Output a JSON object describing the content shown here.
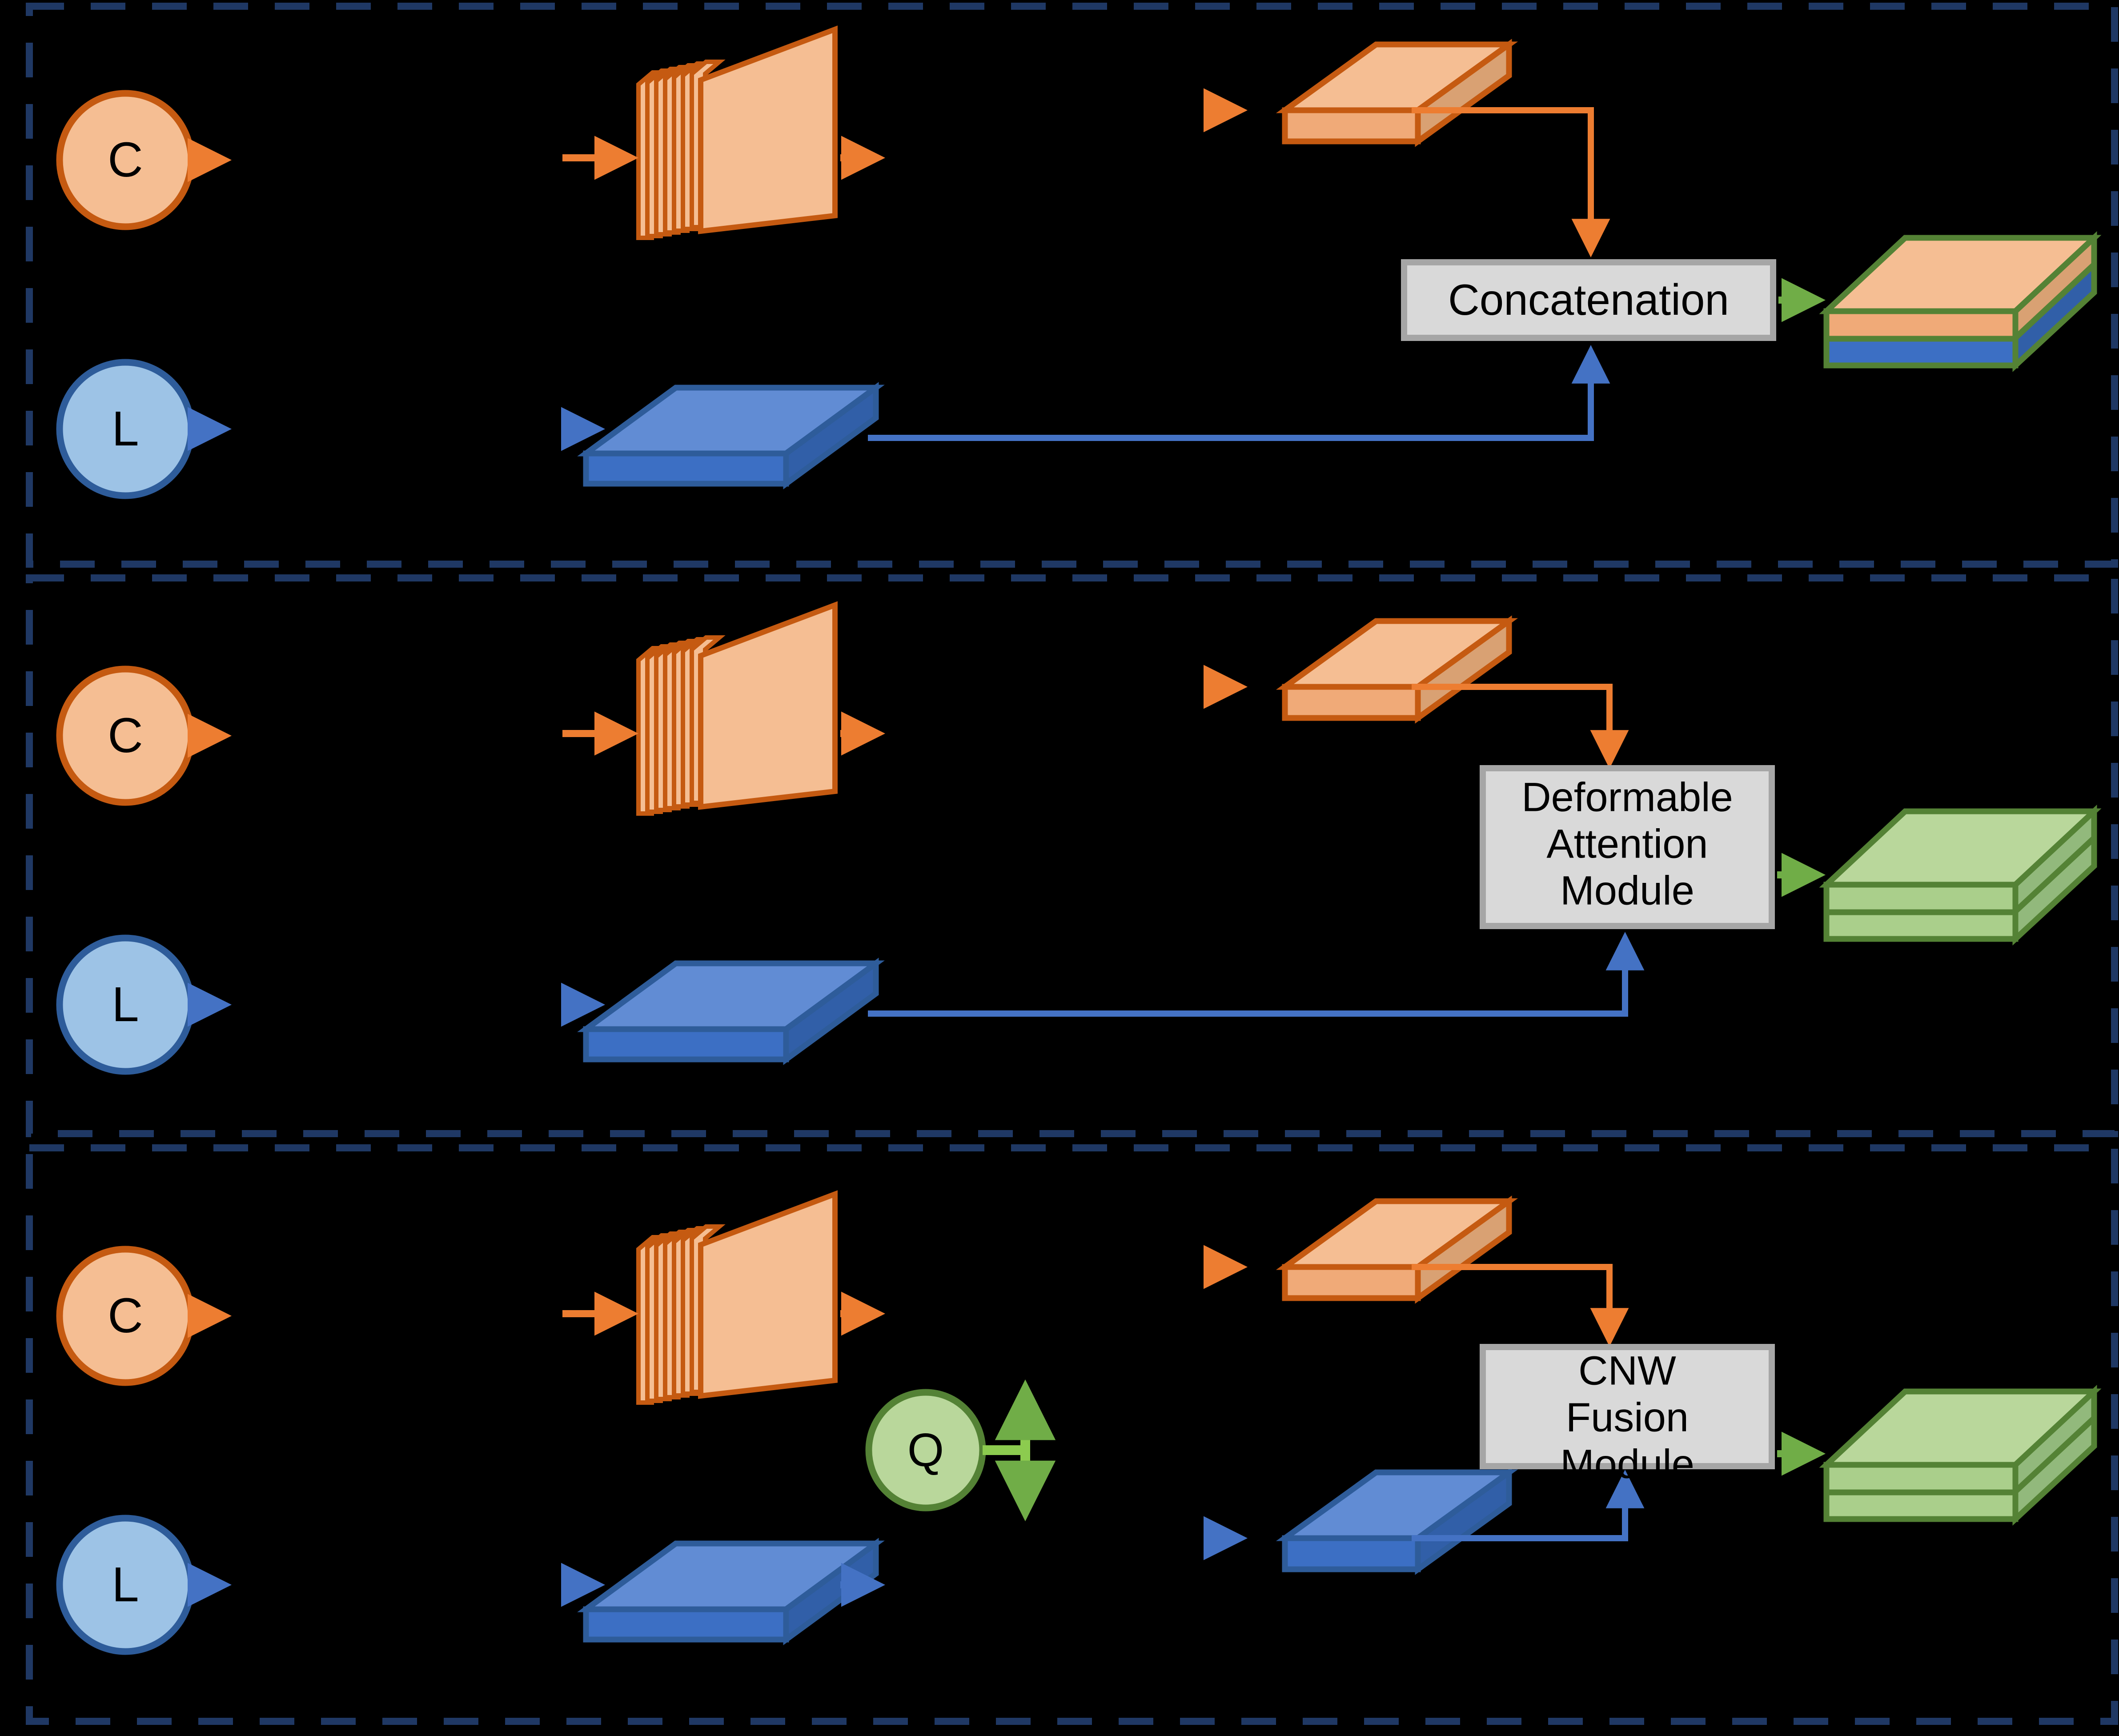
{
  "figure": {
    "type": "architecture-diagram",
    "background_color": "#000000",
    "panel_border_color": "#1F3864",
    "panel_border_style": "dashed"
  },
  "colors": {
    "camera_fill": "#F5BE93",
    "camera_stroke": "#C55A11",
    "camera_arrow": "#ED7D31",
    "lidar_fill": "#9DC3E6",
    "lidar_stroke": "#2E5C9A",
    "lidar_arrow": "#4472C4",
    "slab_blue_top": "#618CD4",
    "slab_blue_front": "#3C6FC4",
    "slab_blue_side": "#315FA8",
    "slab_blue_stroke": "#2E5C9A",
    "slab_orange_top": "#F5BE93",
    "slab_orange_front": "#F0AA78",
    "slab_orange_side": "#D9A173",
    "slab_orange_stroke": "#C55A11",
    "slab_green_top": "#B9D79B",
    "slab_green_front": "#AACF8B",
    "slab_green_side": "#92B97C",
    "slab_green_stroke": "#548235",
    "module_fill": "#D9D9D9",
    "module_stroke": "#A6A6A6",
    "green_arrow": "#70AD47",
    "q_fill": "#B9D79B",
    "q_stroke": "#548235"
  },
  "panels": [
    {
      "id": "panel-concatenation",
      "inputs": [
        {
          "id": "camera",
          "label": "C",
          "modality": "camera"
        },
        {
          "id": "lidar",
          "label": "L",
          "modality": "lidar"
        }
      ],
      "fusion_module": {
        "lines": [
          "Concatenation"
        ]
      },
      "output": {
        "layers": [
          "orange",
          "blue"
        ],
        "outline": "green"
      }
    },
    {
      "id": "panel-deformable-attention",
      "inputs": [
        {
          "id": "camera",
          "label": "C",
          "modality": "camera"
        },
        {
          "id": "lidar",
          "label": "L",
          "modality": "lidar"
        }
      ],
      "fusion_module": {
        "lines": [
          "Deformable",
          "Attention",
          "Module"
        ]
      },
      "output": {
        "layers": [
          "green",
          "green",
          "green"
        ],
        "outline": "green"
      }
    },
    {
      "id": "panel-cnw-fusion",
      "inputs": [
        {
          "id": "camera",
          "label": "C",
          "modality": "camera"
        },
        {
          "id": "lidar",
          "label": "L",
          "modality": "lidar"
        }
      ],
      "query_node": {
        "label": "Q"
      },
      "fusion_module": {
        "lines": [
          "CNW",
          "Fusion",
          "Module"
        ]
      },
      "output": {
        "layers": [
          "green",
          "green",
          "green"
        ],
        "outline": "green"
      }
    }
  ]
}
